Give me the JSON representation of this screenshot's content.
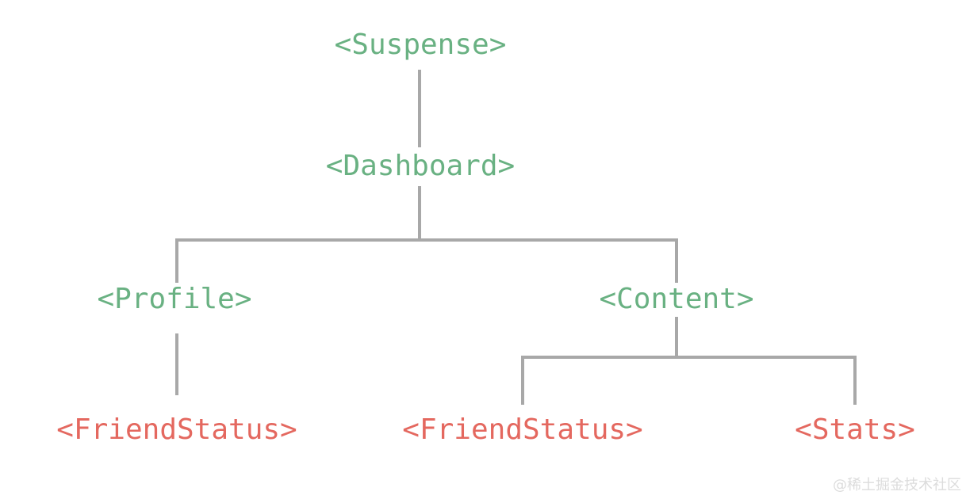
{
  "diagram": {
    "type": "component-tree",
    "nodes": [
      {
        "id": "suspense",
        "label": "<Suspense>",
        "state": "green"
      },
      {
        "id": "dashboard",
        "label": "<Dashboard>",
        "state": "green"
      },
      {
        "id": "profile",
        "label": "<Profile>",
        "state": "green"
      },
      {
        "id": "content",
        "label": "<Content>",
        "state": "green"
      },
      {
        "id": "friendstatus-left",
        "label": "<FriendStatus>",
        "state": "red"
      },
      {
        "id": "friendstatus-middle",
        "label": "<FriendStatus>",
        "state": "red"
      },
      {
        "id": "stats",
        "label": "<Stats>",
        "state": "red"
      }
    ],
    "edges": [
      {
        "from": "suspense",
        "to": "dashboard"
      },
      {
        "from": "dashboard",
        "to": "profile"
      },
      {
        "from": "dashboard",
        "to": "content"
      },
      {
        "from": "profile",
        "to": "friendstatus-left"
      },
      {
        "from": "content",
        "to": "friendstatus-middle"
      },
      {
        "from": "content",
        "to": "stats"
      }
    ],
    "colors": {
      "node_green": "#69b182",
      "node_red": "#e4685f",
      "edge_gray": "#a8a8a8",
      "watermark_gray": "#dcdcdc",
      "background": "#ffffff"
    }
  },
  "watermark": {
    "text": "@稀土掘金技术社区"
  }
}
